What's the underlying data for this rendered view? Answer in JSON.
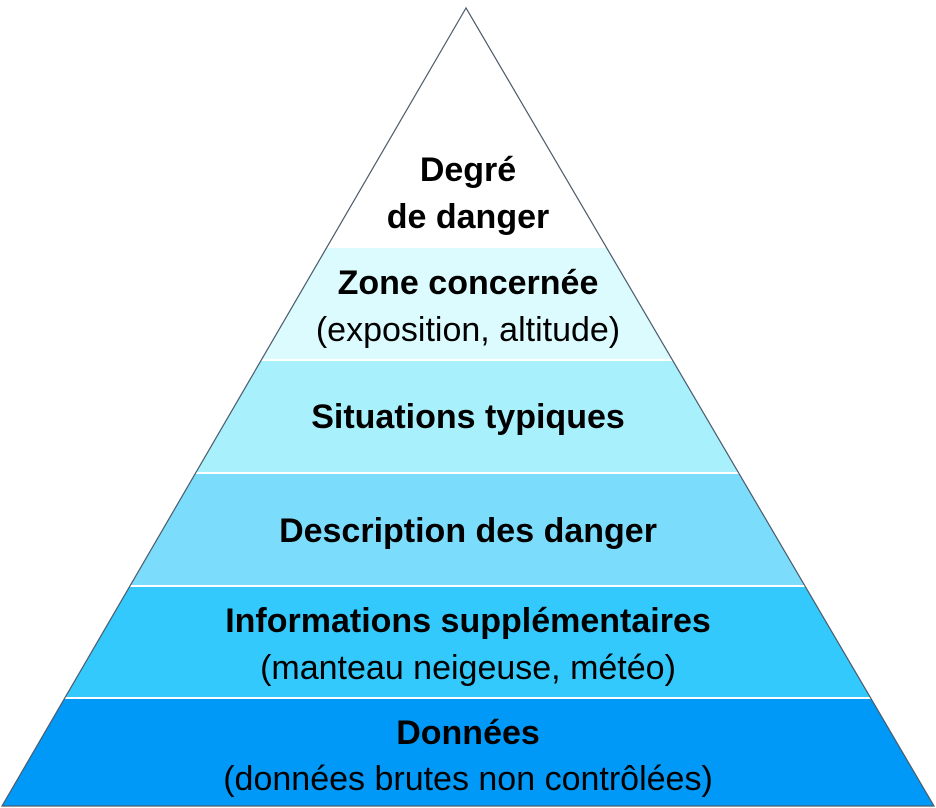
{
  "title": "Pyramide de l'information avalanche",
  "levels": [
    {
      "title": "Degré",
      "title2": "de danger",
      "color": "#ffffff"
    },
    {
      "title": "Zone concernée",
      "subtitle": "(exposition, altitude)",
      "color": "#dcfbfe"
    },
    {
      "title": "Situations typiques",
      "color": "#a8f1fc"
    },
    {
      "title": "Description des danger",
      "color": "#7cdcfc"
    },
    {
      "title": "Informations supplémentaires",
      "subtitle": "(manteau neigeuse, météo)",
      "color": "#33c9fc"
    },
    {
      "title": "Données",
      "subtitle": "(données brutes non contrôlées)",
      "color": "#0099f7"
    }
  ],
  "outline_color": "#4a5a6a"
}
